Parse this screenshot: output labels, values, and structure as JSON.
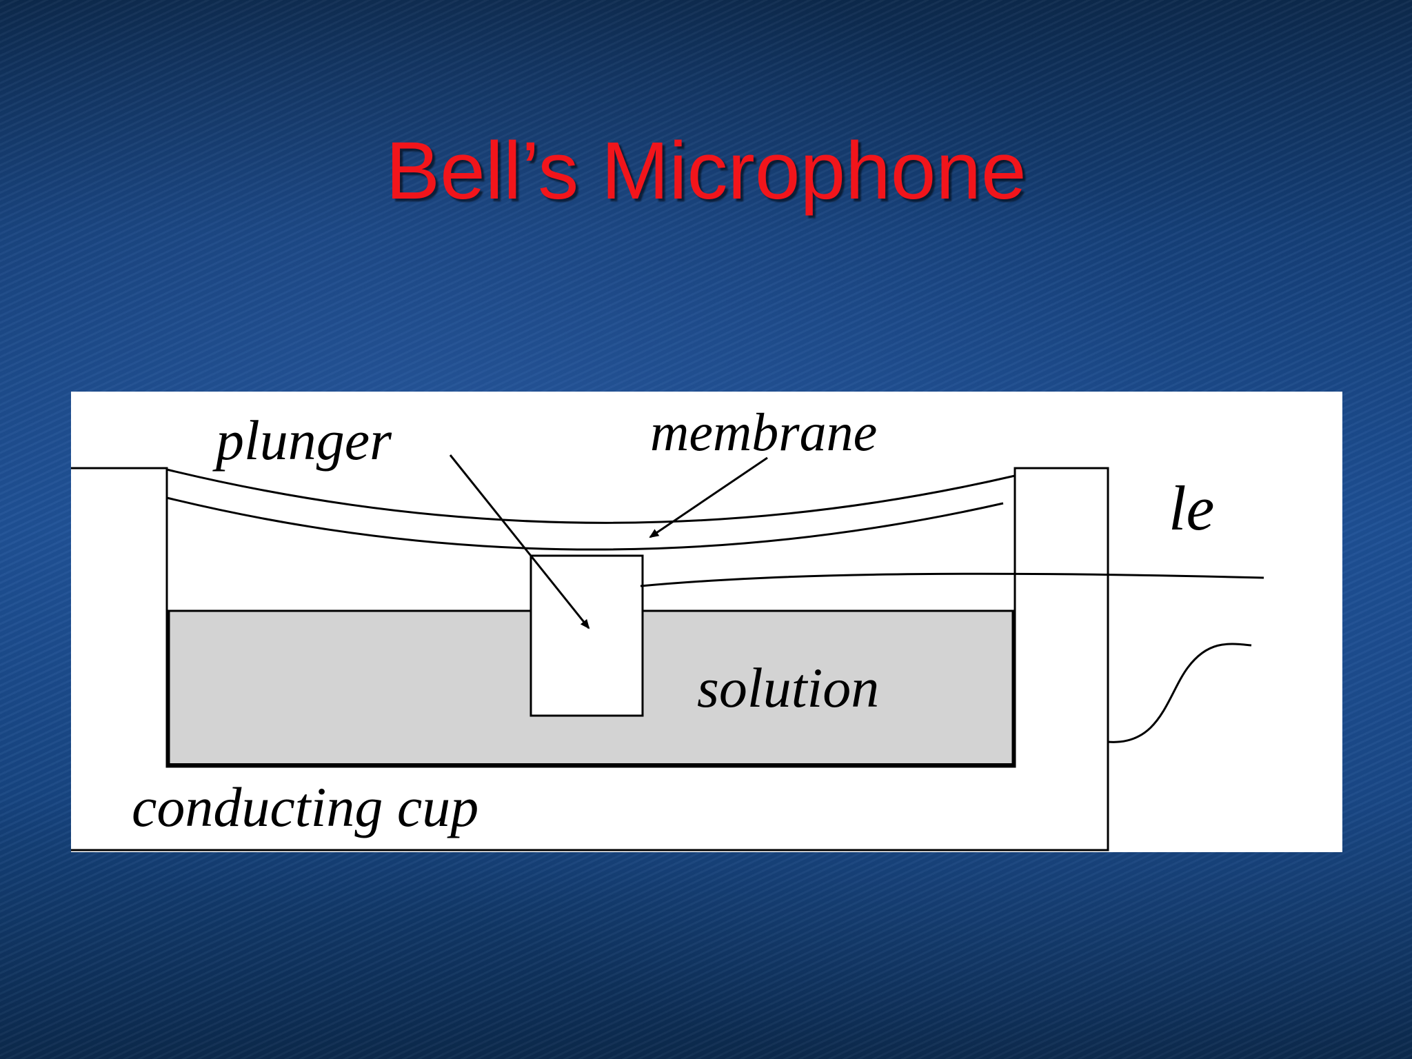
{
  "slide": {
    "title": "Bell’s Microphone"
  },
  "diagram": {
    "labels": {
      "plunger": "plunger",
      "membrane": "membrane",
      "le": "le",
      "solution": "solution",
      "conducting_cup": "conducting cup"
    },
    "colors": {
      "title": "#f2151b",
      "solution_fill": "#d3d3d3",
      "line": "#000000",
      "panel": "#ffffff"
    }
  }
}
